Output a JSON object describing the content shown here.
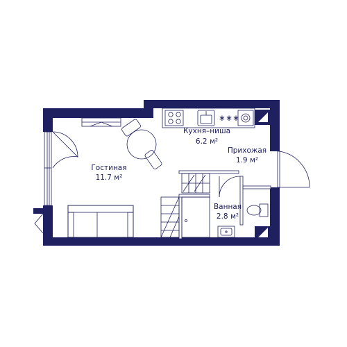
{
  "rooms": {
    "living": {
      "name": "Гостиная",
      "area": "11.7 м²"
    },
    "kitchen": {
      "name": "Кухня–ниша",
      "area": "6.2 м²"
    },
    "hall": {
      "name": "Прихожая",
      "area": "1.9 м²"
    },
    "bath": {
      "name": "Ванная",
      "area": "2.8 м²"
    }
  },
  "colors": {
    "wall": "#1f2060",
    "background": "#ffffff"
  },
  "icons": [
    "cooktop-icon",
    "sink-icon",
    "hob-icon",
    "washing-machine-icon",
    "toilet-icon",
    "washbasin-icon",
    "shower-icon",
    "sofa-icon",
    "dining-table-icon",
    "chair-icon"
  ]
}
